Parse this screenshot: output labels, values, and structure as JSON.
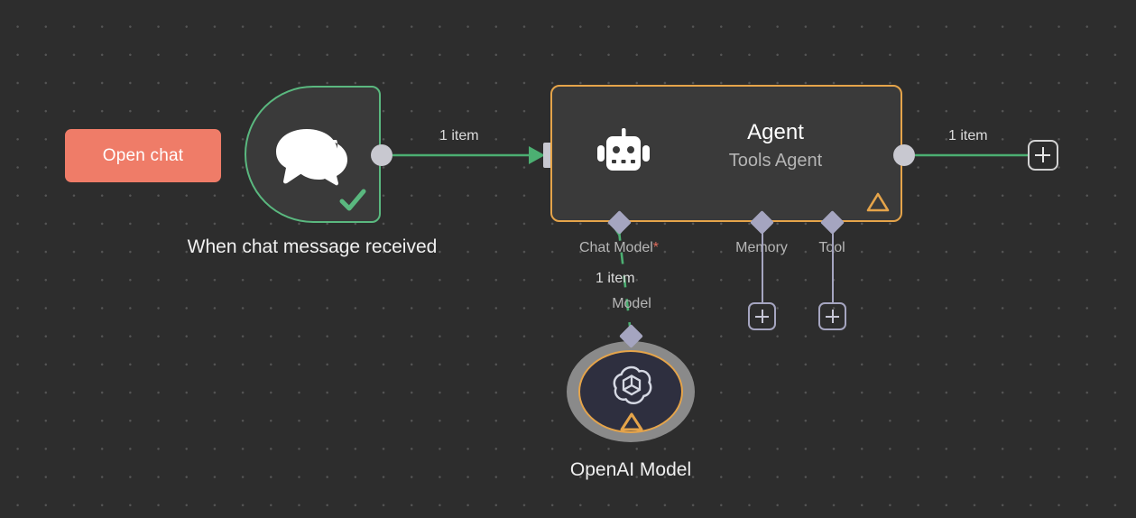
{
  "canvas": {
    "background_color": "#2d2d2d",
    "grid_dot_color": "#555555"
  },
  "buttons": {
    "open_chat": {
      "label": "Open chat",
      "color": "#ef7c68"
    },
    "add_node_right": {
      "icon": "plus-icon"
    }
  },
  "nodes": {
    "chat_trigger": {
      "label": "When chat message received",
      "icon": "chat-bubbles-icon",
      "status_icon": "check-icon",
      "border_color": "#5ab87f"
    },
    "agent": {
      "title": "Agent",
      "subtitle": "Tools Agent",
      "icon": "robot-icon",
      "warning_icon": "warning-triangle-icon",
      "border_color": "#e5a44a",
      "sub_connections": [
        {
          "name": "chat-model",
          "label": "Chat Model",
          "required_marker": "*",
          "has_plus": false
        },
        {
          "name": "memory",
          "label": "Memory",
          "required_marker": "",
          "has_plus": true
        },
        {
          "name": "tool",
          "label": "Tool",
          "required_marker": "",
          "has_plus": true
        }
      ]
    },
    "openai_model": {
      "label": "OpenAI Model",
      "icon": "openai-logo-icon",
      "warning_icon": "warning-triangle-icon",
      "border_color": "#e5a44a",
      "selected": true
    }
  },
  "connections": [
    {
      "name": "trigger-to-agent",
      "label": "1 item",
      "color": "#4caf72"
    },
    {
      "name": "agent-to-add",
      "label": "1 item",
      "color": "#4caf72"
    },
    {
      "name": "model-to-agent",
      "label": "1 item",
      "sub_label": "Model",
      "color": "#4caf72"
    }
  ]
}
